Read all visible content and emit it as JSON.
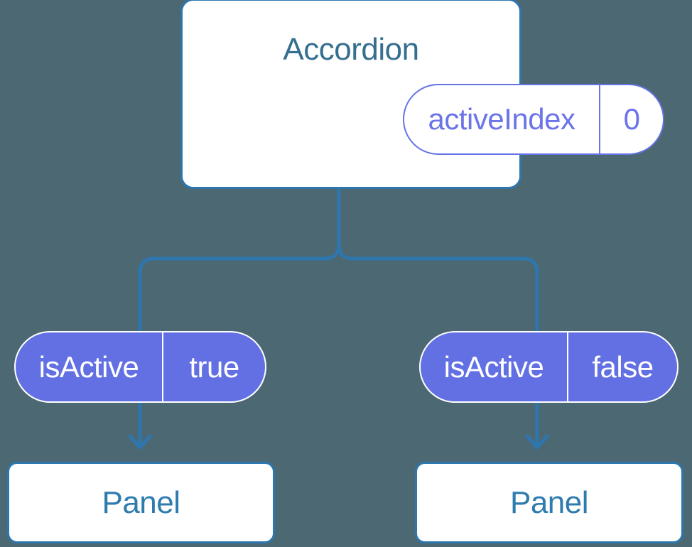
{
  "diagram": {
    "root": {
      "title": "Accordion",
      "state": {
        "label": "activeIndex",
        "value": "0"
      }
    },
    "children": [
      {
        "prop": {
          "label": "isActive",
          "value": "true"
        },
        "node": {
          "title": "Panel"
        }
      },
      {
        "prop": {
          "label": "isActive",
          "value": "false"
        },
        "node": {
          "title": "Panel"
        }
      }
    ],
    "colors": {
      "background": "#4C6872",
      "connector": "#2E76AE",
      "card_border": "#2E76AE",
      "card_fill": "#FFFFFF",
      "root_title_text": "#356F90",
      "panel_title_text": "#2E7BB0",
      "pill_fill": "#6270E3",
      "pill_border": "#6673E6",
      "pill_text_purple": "#6B74E8",
      "pill_text_white": "#FFFFFF"
    }
  }
}
